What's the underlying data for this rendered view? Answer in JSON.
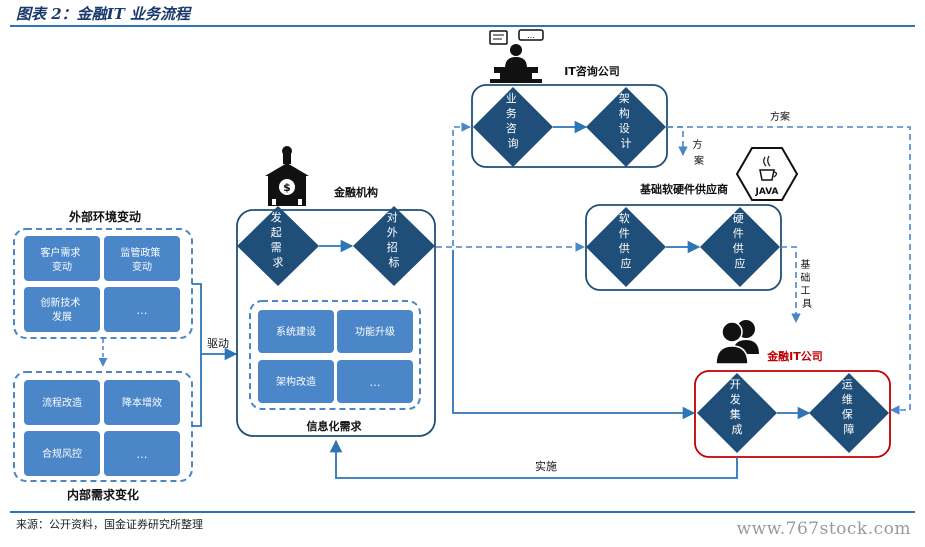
{
  "header": {
    "title": "图表 2：金融IT 业务流程"
  },
  "footer": {
    "source": "来源：公开资料，国金证券研究所整理",
    "watermark": "www.767stock.com"
  },
  "external": {
    "title": "外部环境变动",
    "items": [
      "客户需求\n变动",
      "监管政策\n变动",
      "创新技术\n发展",
      "…"
    ]
  },
  "internal": {
    "title": "内部需求变化",
    "items": [
      "流程改造",
      "降本增效",
      "合规风控",
      "…"
    ]
  },
  "finance": {
    "title": "金融机构",
    "d1": "发起需求",
    "d2": "对外招标",
    "needs_title": "信息化需求",
    "needs": [
      "系统建设",
      "功能升级",
      "架构改造",
      "…"
    ]
  },
  "consult": {
    "title": "IT咨询公司",
    "d1": "业务咨询",
    "d2": "架构设计"
  },
  "supplier": {
    "title": "基础软硬件供应商",
    "d1": "软件供应",
    "d2": "硬件供应",
    "java": "JAVA"
  },
  "itco": {
    "title": "金融IT公司",
    "d1": "开发集成",
    "d2": "运维保障"
  },
  "labels": {
    "drive": "驱动",
    "plan_top": "方案",
    "plan_mid": "方案",
    "tools": "基础工具",
    "implement": "实施"
  },
  "colors": {
    "navy": "#1f4e79",
    "blue": "#2e75b6",
    "box": "#4a86c8",
    "red": "#c00000"
  }
}
